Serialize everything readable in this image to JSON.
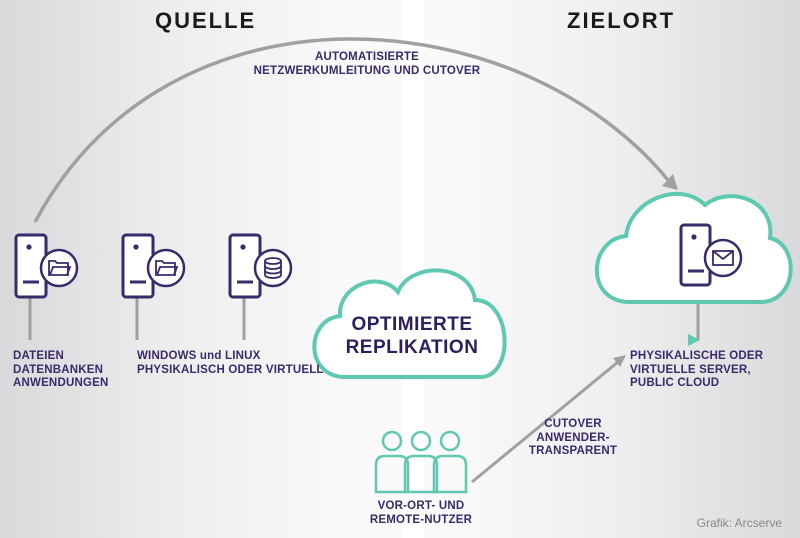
{
  "headings": {
    "source": "QUELLE",
    "target": "ZIELORT"
  },
  "arc_label": {
    "line1": "AUTOMATISIERTE",
    "line2": "NETZWERKUMLEITUNG UND CUTOVER"
  },
  "source_left": {
    "line1": "DATEIEN",
    "line2": "DATENBANKEN",
    "line3": "ANWENDUNGEN"
  },
  "source_mid": {
    "line1": "WINDOWS und LINUX",
    "line2": "PHYSIKALISCH ODER VIRTUELL"
  },
  "replication": {
    "line1": "OPTIMIERTE",
    "line2": "REPLIKATION"
  },
  "target_label": {
    "line1": "PHYSIKALISCHE ODER",
    "line2": "VIRTUELLE SERVER,",
    "line3": "PUBLIC CLOUD"
  },
  "cutover": {
    "line1": "CUTOVER",
    "line2": "ANWENDER-",
    "line3": "TRANSPARENT"
  },
  "users": {
    "line1": "VOR-ORT- UND",
    "line2": "REMOTE-NUTZER"
  },
  "credit": "Grafik: Arcserve",
  "colors": {
    "purple": "#3a2a6a",
    "teal": "#5ec8b0",
    "gray": "#a0a0a0"
  }
}
